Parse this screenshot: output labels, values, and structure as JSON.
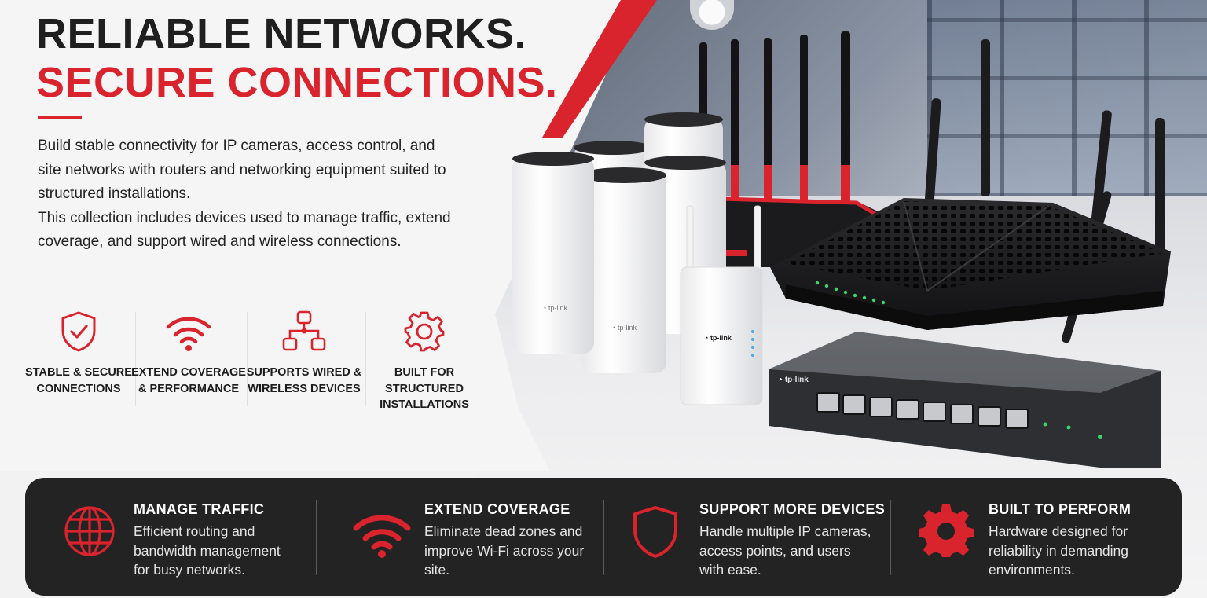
{
  "colors": {
    "accent": "#d9232d",
    "dark_bar": "#232323",
    "heading": "#1f1f1f"
  },
  "headline": {
    "line1": "RELIABLE NETWORKS.",
    "line2": "SECURE CONNECTIONS."
  },
  "intro": {
    "p1": "Build stable connectivity for IP cameras, access control, and site networks with routers and networking equipment suited to structured installations.",
    "p2": "This collection includes devices used to manage traffic, extend coverage, and support wired and wireless connections."
  },
  "features": [
    {
      "icon": "shield-check-icon",
      "label": "STABLE & SECURE CONNECTIONS"
    },
    {
      "icon": "wifi-icon",
      "label": "EXTEND COVERAGE & PERFORMANCE"
    },
    {
      "icon": "network-topology-icon",
      "label": "SUPPORTS WIRED & WIRELESS DEVICES"
    },
    {
      "icon": "gear-icon",
      "label": "BUILT FOR STRUCTURED INSTALLATIONS"
    }
  ],
  "devices": {
    "brand": "tp-link"
  },
  "benefits": [
    {
      "icon": "globe-icon",
      "title": "MANAGE TRAFFIC",
      "description": "Efficient routing and bandwidth management for busy networks."
    },
    {
      "icon": "wifi-icon",
      "title": "EXTEND COVERAGE",
      "description": "Eliminate dead zones and improve Wi-Fi across your site."
    },
    {
      "icon": "shield-icon",
      "title": "SUPPORT MORE DEVICES",
      "description": "Handle multiple IP cameras, access points, and users with ease."
    },
    {
      "icon": "gear-icon",
      "title": "BUILT TO PERFORM",
      "description": "Hardware designed for reliability in demanding environments."
    }
  ]
}
